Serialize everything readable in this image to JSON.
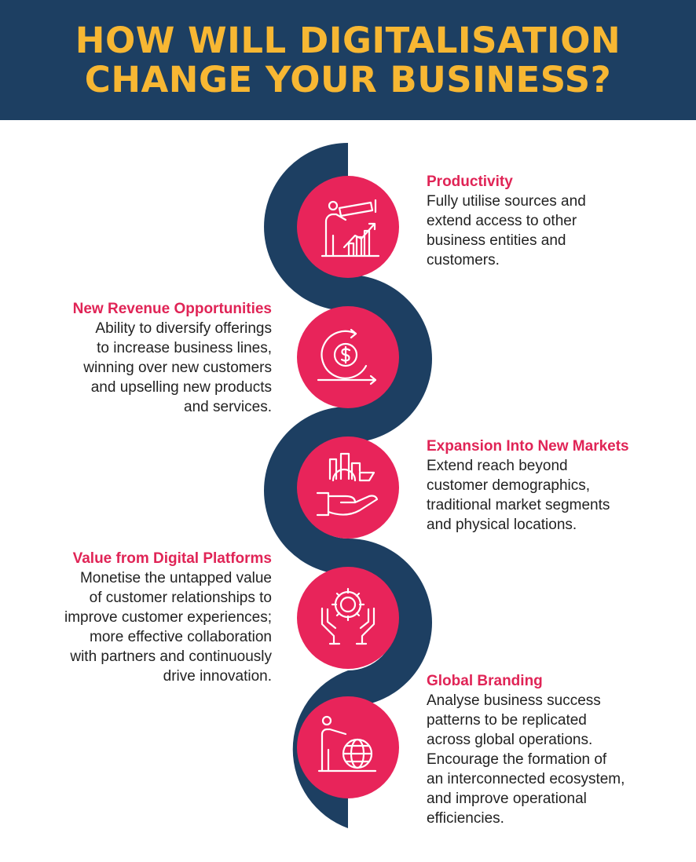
{
  "header": {
    "title_line1": "HOW WILL DIGITALISATION",
    "title_line2": "CHANGE YOUR BUSINESS?"
  },
  "colors": {
    "header_bg": "#1d3f62",
    "title": "#f7b733",
    "wave": "#1d3f62",
    "circle": "#e8245a",
    "heading": "#e02456",
    "body_text": "#222222"
  },
  "items": [
    {
      "icon": "telescope-growth-icon",
      "title": "Productivity",
      "lines": [
        "Fully utilise sources and",
        "extend access to other",
        "business entities and",
        "customers."
      ]
    },
    {
      "icon": "dollar-cycle-icon",
      "title": "New Revenue Opportunities",
      "lines": [
        "Ability to diversify offerings",
        "to increase business lines,",
        "winning over new customers",
        "and upselling new products",
        "and services."
      ]
    },
    {
      "icon": "hand-city-icon",
      "title": "Expansion Into New Markets",
      "lines": [
        "Extend reach beyond",
        "customer demographics,",
        "traditional market segments",
        "and physical locations."
      ]
    },
    {
      "icon": "hands-gear-icon",
      "title": "Value from Digital Platforms",
      "lines": [
        "Monetise the untapped value",
        "of customer relationships to",
        "improve customer experiences;",
        "more effective collaboration",
        "with partners and continuously",
        "drive innovation."
      ]
    },
    {
      "icon": "person-globe-icon",
      "title": "Global Branding",
      "lines": [
        "Analyse business success",
        "patterns to be replicated",
        "across global operations.",
        "Encourage the formation of",
        "an interconnected ecosystem,",
        "and improve operational",
        "efficiencies."
      ]
    }
  ]
}
